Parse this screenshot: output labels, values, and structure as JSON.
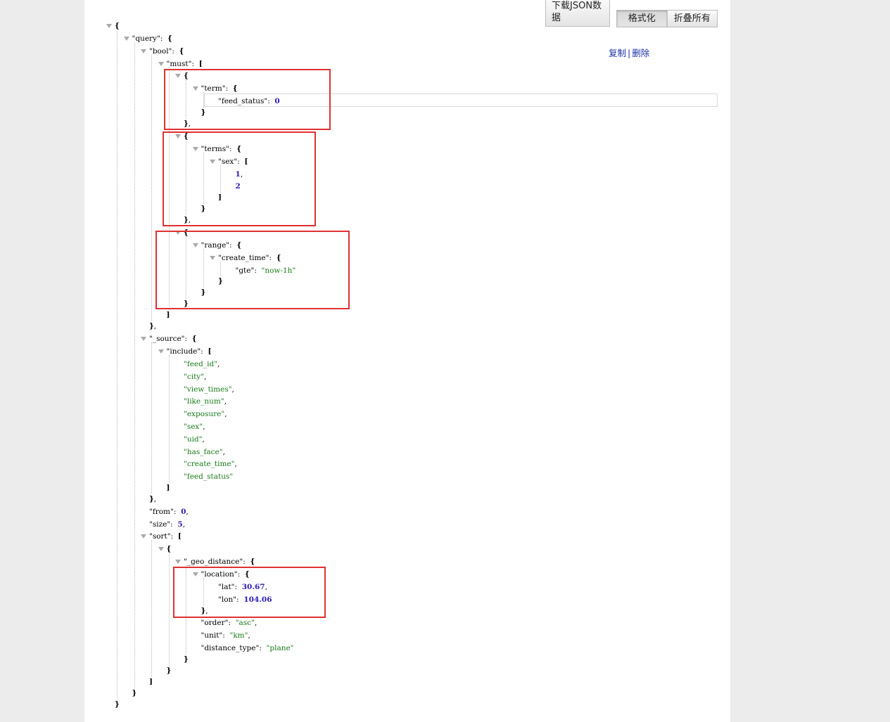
{
  "toolbar": {
    "download_label": "下载JSON数据",
    "format_label": "格式化",
    "collapse_label": "折叠所有"
  },
  "row_actions": {
    "copy_label": "复制",
    "separator": "|",
    "delete_label": "删除"
  },
  "json_lines": [
    "{",
    "\"query\":  {",
    "\"bool\":  {",
    "\"must\":  [",
    "{",
    "\"term\":  {",
    "\"feed_status\":  0",
    "}",
    "},",
    "{",
    "\"terms\":  {",
    "\"sex\":  [",
    "1,",
    "2",
    "]",
    "}",
    "},",
    "{",
    "\"range\":  {",
    "\"create_time\":  {",
    "\"gte\":  \"now-1h\"",
    "}",
    "}",
    "}",
    "]",
    "},",
    "\"_source\":  {",
    "\"include\":  [",
    "\"feed_id\",",
    "\"city\",",
    "\"view_times\",",
    "\"like_num\",",
    "\"exposure\",",
    "\"sex\",",
    "\"uid\",",
    "\"has_face\",",
    "\"create_time\",",
    "\"feed_status\"",
    "]",
    "},",
    "\"from\":  0,",
    "\"size\":  5,",
    "\"sort\":  [",
    "{",
    "\"_geo_distance\":  {",
    "\"location\":  {",
    "\"lat\":  30.67,",
    "\"lon\":  104.06",
    "},",
    "\"order\":  \"asc\",",
    "\"unit\":  \"km\",",
    "\"distance_type\":  \"plane\"",
    "}",
    "}",
    "]",
    "}",
    "}"
  ],
  "colors": {
    "string": "#1b7a1b",
    "number": "#2a1ab8",
    "highlight_box": "#e03131",
    "link": "#1c2fa8"
  }
}
